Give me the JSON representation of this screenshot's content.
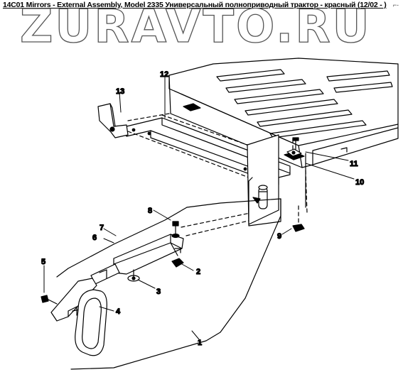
{
  "header": {
    "title": "14C01 Mirrors - External Assembly, Model 2335 Универсальный полноприводный трактор - красный (12/02 - )",
    "watermark": "ZURAVTO.RU",
    "corner_mark": "⌐-"
  },
  "callouts": {
    "c1": "1",
    "c2": "2",
    "c3": "3",
    "c4": "4",
    "c5": "5",
    "c6": "6",
    "c7": "7",
    "c8": "8",
    "c9": "9",
    "c10": "10",
    "c11": "11",
    "c12": "12",
    "c13": "13"
  },
  "colors": {
    "line": "#000000",
    "watermark_outline": "#555555",
    "background": "#ffffff"
  }
}
